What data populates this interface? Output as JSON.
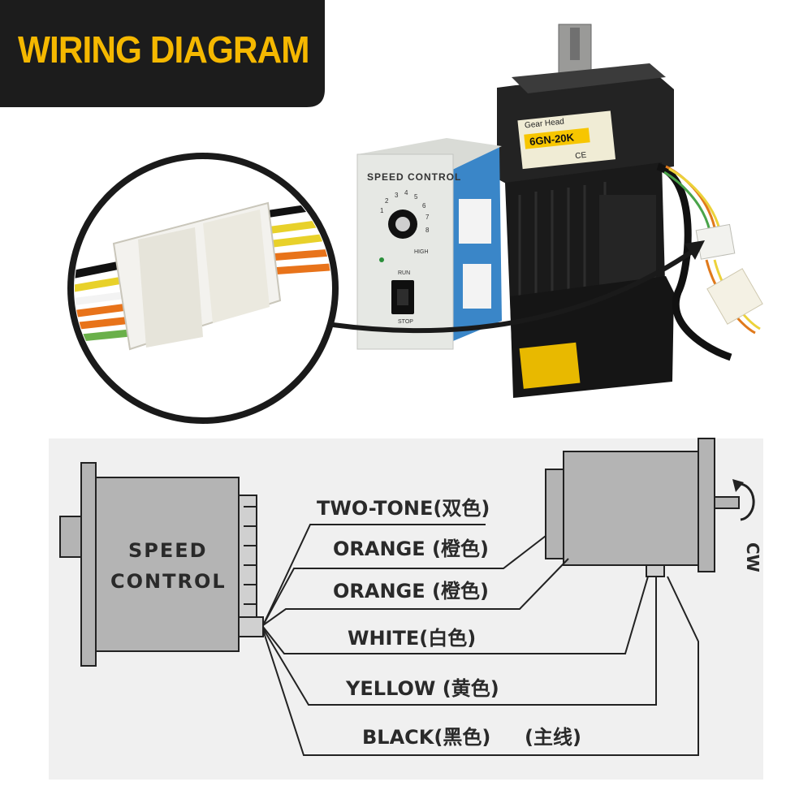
{
  "banner": {
    "title": "WIRING DIAGRAM"
  },
  "photo": {
    "speed_control_title": "SPEED CONTROL",
    "dial_numbers": [
      "1",
      "2",
      "3",
      "4",
      "5",
      "6",
      "7",
      "8"
    ],
    "dial_high": "HIGH",
    "run_label": "RUN",
    "stop_label": "STOP",
    "gearhead_label": "Gear Head",
    "gearhead_model": "6GN-20K",
    "brand_mark": "CE"
  },
  "diagram": {
    "speed_control_label_line1": "SPEED",
    "speed_control_label_line2": "CONTROL",
    "rotation_label": "CW",
    "wires": [
      {
        "label": "TWO-TONE(双色)"
      },
      {
        "label": "ORANGE (橙色)"
      },
      {
        "label": "ORANGE (橙色)"
      },
      {
        "label": "WHITE(白色)"
      },
      {
        "label": "YELLOW (黄色)"
      },
      {
        "label": "BLACK(黑色)"
      }
    ],
    "main_line_label": "(主线)"
  },
  "colors": {
    "banner_bg": "#1c1c1c",
    "banner_text": "#f5b800",
    "motor_body": "#1f1f1f",
    "controller_face": "#e6e8e4",
    "diagram_gray": "#b4b4b4",
    "diagram_bg": "#f0f0f0"
  }
}
